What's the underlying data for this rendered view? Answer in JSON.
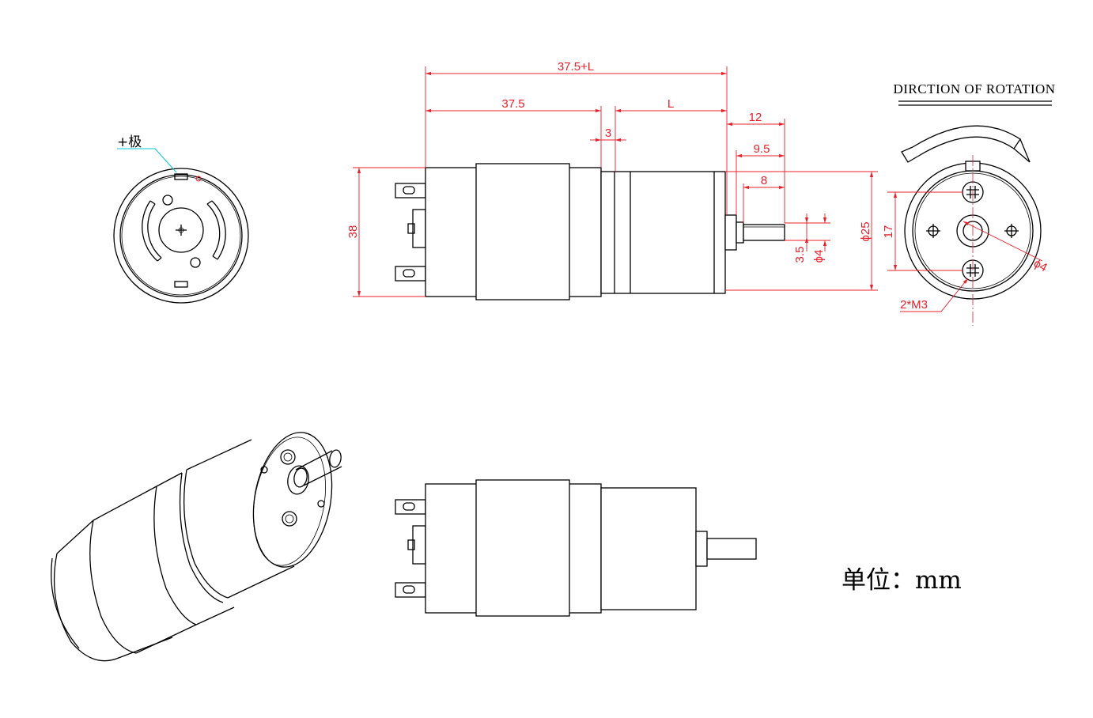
{
  "labels": {
    "positive_pole": "+极",
    "rotation_title": "DIRCTION OF ROTATION",
    "unit": "单位：mm",
    "mount_holes": "2*M3"
  },
  "dimensions": {
    "overall_length": "37.5+L",
    "motor_length": "37.5",
    "gearbox_length": "L",
    "gap": "3",
    "shaft_length_12": "12",
    "shaft_length_9_5": "9.5",
    "shaft_length_8": "8",
    "height": "38",
    "gearbox_diameter": "ϕ25",
    "hole_spacing": "17",
    "shaft_flat": "3.5",
    "shaft_diameter": "ϕ4",
    "boss_diameter": "ϕ4"
  },
  "colors": {
    "dimension": "#e8202a",
    "outline": "#000000",
    "leader": "#00c8d8"
  }
}
